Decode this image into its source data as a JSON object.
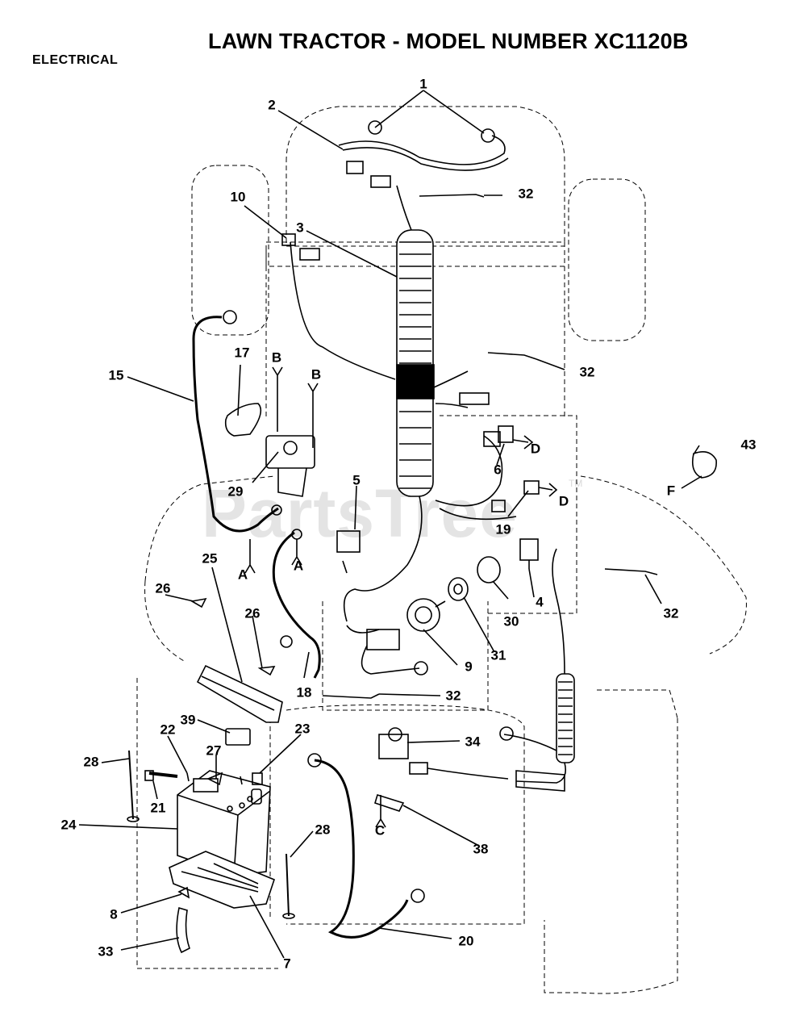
{
  "header": {
    "title": "LAWN TRACTOR - MODEL NUMBER XC1120B",
    "section": "ELECTRICAL"
  },
  "watermark": {
    "text": "PartsTree",
    "trademark": "TM"
  },
  "callouts": [
    {
      "id": "c1",
      "text": "1"
    },
    {
      "id": "c2",
      "text": "2"
    },
    {
      "id": "c3",
      "text": "3"
    },
    {
      "id": "c4",
      "text": "4"
    },
    {
      "id": "c5",
      "text": "5"
    },
    {
      "id": "c6",
      "text": "6"
    },
    {
      "id": "c7",
      "text": "7"
    },
    {
      "id": "c8",
      "text": "8"
    },
    {
      "id": "c9",
      "text": "9"
    },
    {
      "id": "c10",
      "text": "10"
    },
    {
      "id": "c15",
      "text": "15"
    },
    {
      "id": "c17",
      "text": "17"
    },
    {
      "id": "c18",
      "text": "18"
    },
    {
      "id": "c19",
      "text": "19"
    },
    {
      "id": "c20",
      "text": "20"
    },
    {
      "id": "c21",
      "text": "21"
    },
    {
      "id": "c22",
      "text": "22"
    },
    {
      "id": "c23",
      "text": "23"
    },
    {
      "id": "c24",
      "text": "24"
    },
    {
      "id": "c25",
      "text": "25"
    },
    {
      "id": "c26a",
      "text": "26"
    },
    {
      "id": "c26b",
      "text": "26"
    },
    {
      "id": "c27",
      "text": "27"
    },
    {
      "id": "c28a",
      "text": "28"
    },
    {
      "id": "c28b",
      "text": "28"
    },
    {
      "id": "c29",
      "text": "29"
    },
    {
      "id": "c30",
      "text": "30"
    },
    {
      "id": "c31",
      "text": "31"
    },
    {
      "id": "c32a",
      "text": "32"
    },
    {
      "id": "c32b",
      "text": "32"
    },
    {
      "id": "c32c",
      "text": "32"
    },
    {
      "id": "c32d",
      "text": "32"
    },
    {
      "id": "c33",
      "text": "33"
    },
    {
      "id": "c34",
      "text": "34"
    },
    {
      "id": "c38",
      "text": "38"
    },
    {
      "id": "c39",
      "text": "39"
    },
    {
      "id": "c43",
      "text": "43"
    },
    {
      "id": "cA1",
      "text": "A"
    },
    {
      "id": "cA2",
      "text": "A"
    },
    {
      "id": "cB1",
      "text": "B"
    },
    {
      "id": "cB2",
      "text": "B"
    },
    {
      "id": "cC",
      "text": "C"
    },
    {
      "id": "cD1",
      "text": "D"
    },
    {
      "id": "cD2",
      "text": "D"
    },
    {
      "id": "cF",
      "text": "F"
    }
  ]
}
